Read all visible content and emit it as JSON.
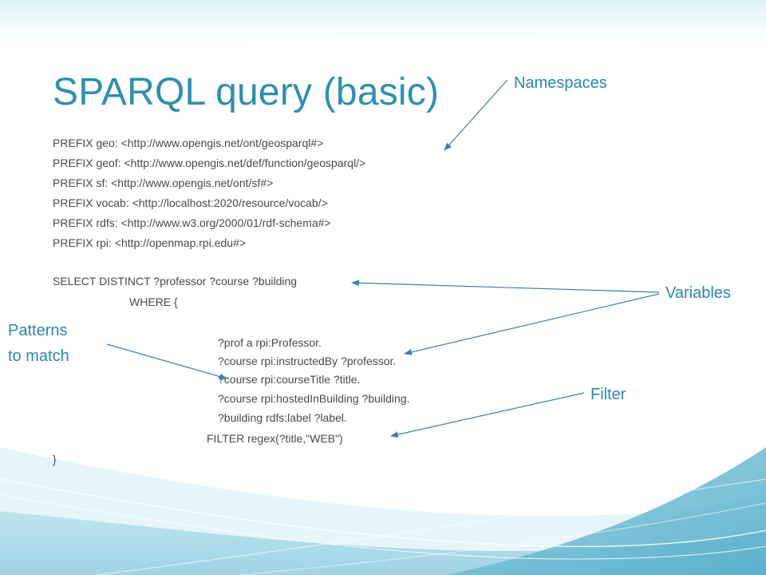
{
  "slide": {
    "title": "SPARQL query (basic)",
    "prefix_lines": [
      "PREFIX geo: <http://www.opengis.net/ont/geosparql#>",
      "PREFIX geof: <http://www.opengis.net/def/function/geosparql/>",
      "PREFIX sf: <http://www.opengis.net/ont/sf#>",
      "PREFIX vocab: <http://localhost:2020/resource/vocab/>",
      "PREFIX rdfs: <http://www.w3.org/2000/01/rdf-schema#>",
      "PREFIX rpi: <http://openmap.rpi.edu#>"
    ],
    "select_line": "SELECT DISTINCT ?professor ?course ?building",
    "where_line": "WHERE {",
    "pattern_lines": [
      "?prof a rpi:Professor.",
      "?course rpi:instructedBy ?professor.",
      "?course rpi:courseTitle ?title.",
      "?course rpi:hostedInBuilding ?building.",
      "?building rdfs:label ?label."
    ],
    "filter_line": "FILTER regex(?title,\"WEB\")",
    "close_line": "}"
  },
  "callouts": {
    "namespaces": "Namespaces",
    "variables": "Variables",
    "patterns_line1": "Patterns",
    "patterns_line2": "to match",
    "filter": "Filter"
  },
  "colors": {
    "title": "#2f8fae",
    "callout": "#2b88ad",
    "code_text": "#4a4a4a",
    "arrow": "#3f7fb0",
    "wave_dark": "#5cb4cf",
    "wave_light": "#c9e9f1"
  }
}
